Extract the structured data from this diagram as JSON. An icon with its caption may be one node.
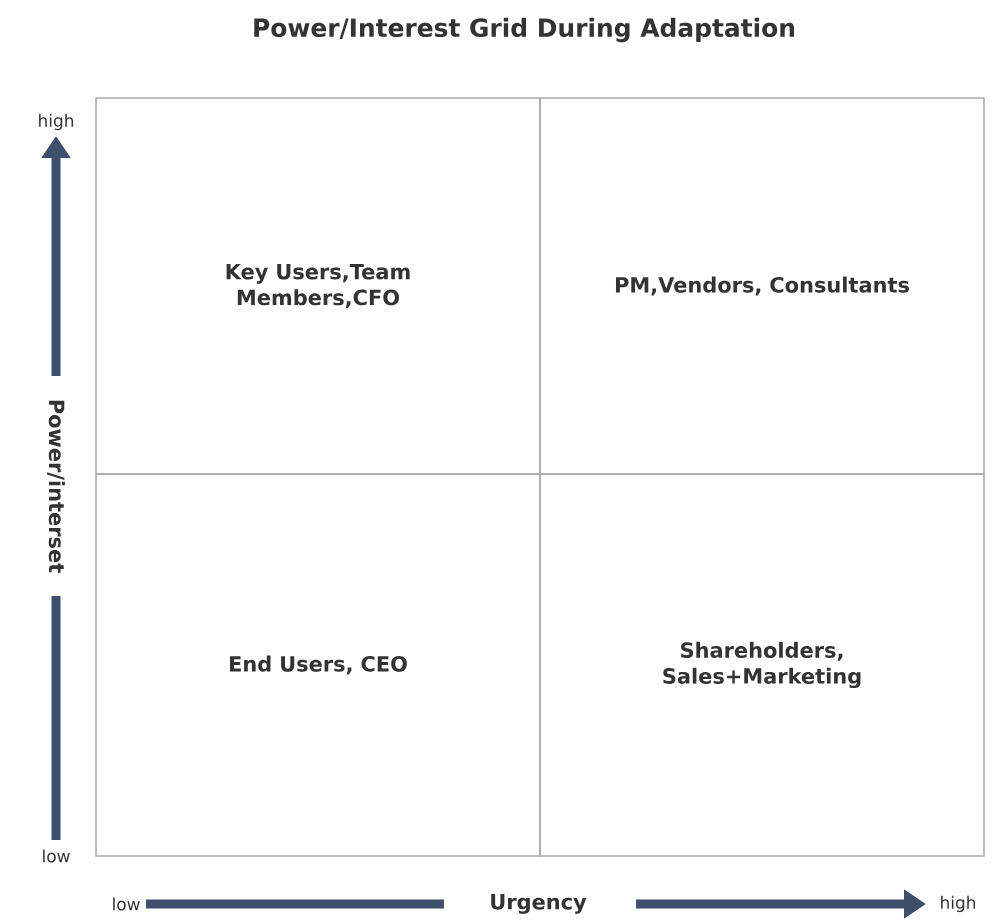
{
  "diagram": {
    "title": "Power/Interest Grid During Adaptation",
    "nodes": [
      {
        "text": [
          "Key Users,Team Members,CFO"
        ]
      },
      {
        "text": [
          "PM,Vendors, Consultants"
        ]
      },
      {
        "text": [
          "End Users, CEO"
        ]
      },
      {
        "text": [
          "Shareholders, Sales+Marketing"
        ]
      }
    ],
    "labels": [
      "high",
      "Power/interset",
      "low",
      "low",
      "Urgency",
      "high"
    ]
  }
}
